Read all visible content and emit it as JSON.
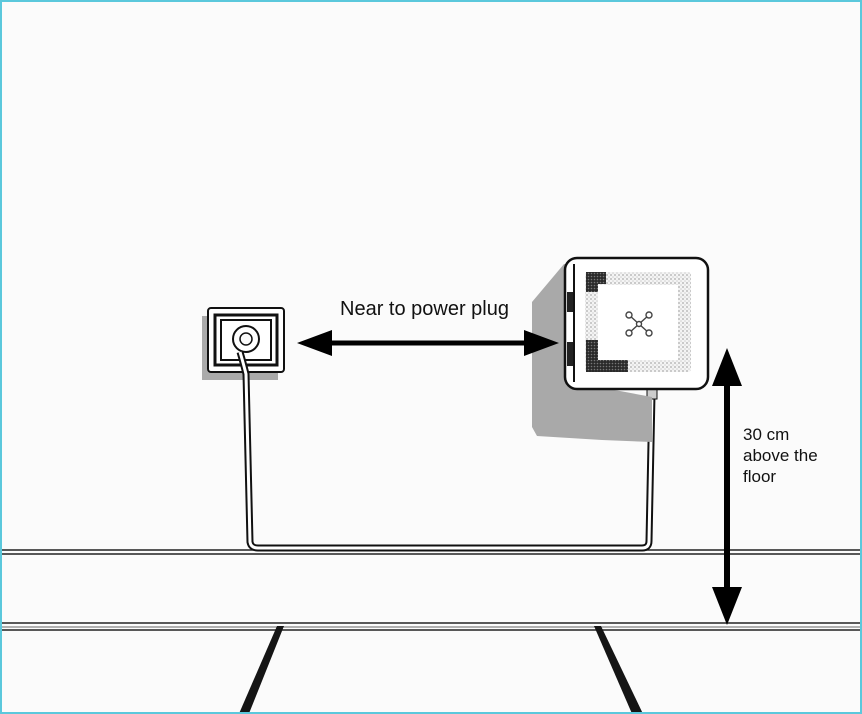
{
  "labels": {
    "power_plug_distance": "Near to power plug",
    "height_line_1": "30 cm",
    "height_line_2": "above the",
    "height_line_3": "floor"
  },
  "colors": {
    "frame_border": "#5bc8dc",
    "wall": "#fbfbfb",
    "ink": "#111111",
    "shadow": "#a9a9a9",
    "device_pattern": "#c4c4c4"
  },
  "icons": {
    "device_logo": "four-node-cross-icon",
    "arrows": "double-headed-arrow"
  }
}
